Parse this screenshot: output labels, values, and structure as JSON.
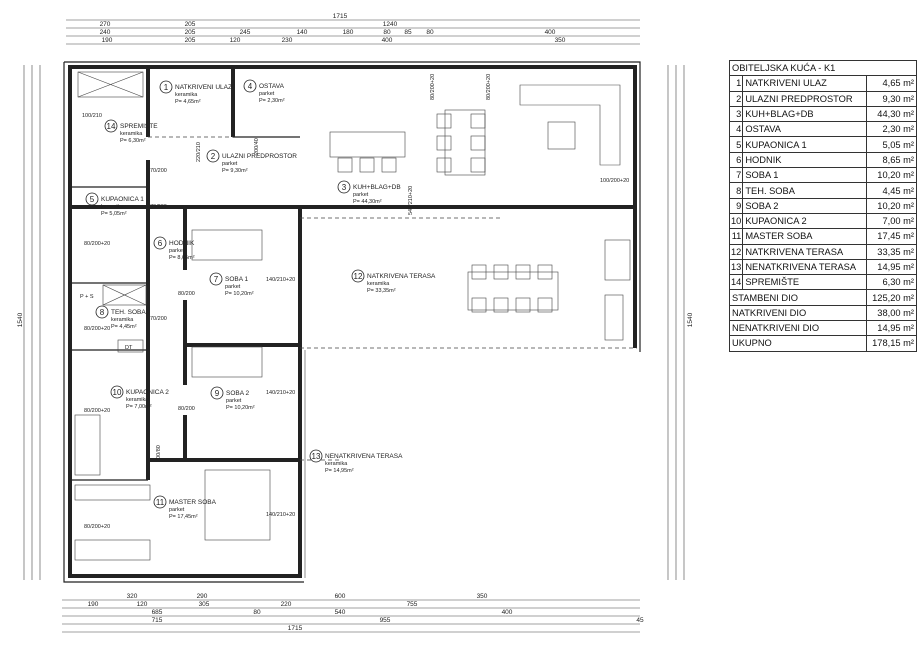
{
  "rooms": [
    {
      "no": "1",
      "name": "NATKRIVENI ULAZ",
      "floor": "keramika",
      "area": "P= 4,65m²"
    },
    {
      "no": "2",
      "name": "ULAZNI PREDPROSTOR",
      "floor": "parket",
      "area": "P= 9,30m²"
    },
    {
      "no": "3",
      "name": "KUH+BLAG+DB",
      "floor": "parket",
      "area": "P= 44,30m²"
    },
    {
      "no": "4",
      "name": "OSTAVA",
      "floor": "parket",
      "area": "P= 2,30m²"
    },
    {
      "no": "5",
      "name": "KUPAONICA 1",
      "floor": "keramika",
      "area": "P= 5,05m²"
    },
    {
      "no": "6",
      "name": "HODNIK",
      "floor": "parket",
      "area": "P= 8,65m²"
    },
    {
      "no": "7",
      "name": "SOBA 1",
      "floor": "parket",
      "area": "P= 10,20m²"
    },
    {
      "no": "8",
      "name": "TEH. SOBA",
      "floor": "keramika",
      "area": "P= 4,45m²"
    },
    {
      "no": "9",
      "name": "SOBA 2",
      "floor": "parket",
      "area": "P= 10,20m²"
    },
    {
      "no": "10",
      "name": "KUPAONICA 2",
      "floor": "keramika",
      "area": "P= 7,00m²"
    },
    {
      "no": "11",
      "name": "MASTER SOBA",
      "floor": "parket",
      "area": "P= 17,45m²"
    },
    {
      "no": "12",
      "name": "NATKRIVENA TERASA",
      "floor": "keramika",
      "area": "P= 33,35m²"
    },
    {
      "no": "13",
      "name": "NENATKRIVENA TERASA",
      "floor": "keramika",
      "area": "P= 14,95m²"
    },
    {
      "no": "14",
      "name": "SPREMIŠTE",
      "floor": "keramika",
      "area": "P= 6,30m²"
    }
  ],
  "fixtures": {
    "ps": "P + S",
    "dt": "DT"
  },
  "dims": {
    "top1": [
      "1715"
    ],
    "top2": [
      "270",
      "205",
      "1240"
    ],
    "top3": [
      "240",
      "205",
      "245",
      "140",
      "180",
      "80",
      "85",
      "80",
      "400"
    ],
    "top4": [
      "190",
      "205",
      "120",
      "230",
      "400",
      "350"
    ],
    "bot1": [
      "320",
      "290",
      "600",
      "350"
    ],
    "bot2": [
      "190",
      "120",
      "305",
      "220",
      "755"
    ],
    "bot3": [
      "685",
      "80",
      "540",
      "400"
    ],
    "bot4": [
      "715",
      "955",
      "45"
    ],
    "bot5": [
      "1715"
    ],
    "left": "1540",
    "right": "1540",
    "doors": [
      "70/200",
      "70/200",
      "80/200+20",
      "80/200+20",
      "70/200",
      "80/200+20",
      "80/200",
      "140/210+20",
      "80/200",
      "140/210+20",
      "80/200+20",
      "140/210+20",
      "100/210",
      "100/200+20",
      "540/210+20",
      "80/200+20",
      "80/200+20",
      "220/210",
      "200/40",
      "200/80"
    ]
  },
  "table": {
    "title": "OBITELJSKA KUĆA - K1",
    "rows": [
      {
        "no": "1",
        "name": "NATKRIVENI ULAZ",
        "area": "4,65 m²"
      },
      {
        "no": "2",
        "name": "ULAZNI PREDPROSTOR",
        "area": "9,30 m²"
      },
      {
        "no": "3",
        "name": "KUH+BLAG+DB",
        "area": "44,30 m²"
      },
      {
        "no": "4",
        "name": "OSTAVA",
        "area": "2,30 m²"
      },
      {
        "no": "5",
        "name": "KUPAONICA 1",
        "area": "5,05 m²"
      },
      {
        "no": "6",
        "name": "HODNIK",
        "area": "8,65 m²"
      },
      {
        "no": "7",
        "name": "SOBA 1",
        "area": "10,20 m²"
      },
      {
        "no": "8",
        "name": "TEH. SOBA",
        "area": "4,45 m²"
      },
      {
        "no": "9",
        "name": "SOBA 2",
        "area": "10,20 m²"
      },
      {
        "no": "10",
        "name": "KUPAONICA 2",
        "area": "7,00 m²"
      },
      {
        "no": "11",
        "name": "MASTER SOBA",
        "area": "17,45 m²"
      },
      {
        "no": "12",
        "name": "NATKRIVENA TERASA",
        "area": "33,35 m²"
      },
      {
        "no": "13",
        "name": "NENATKRIVENA TERASA",
        "area": "14,95 m²"
      },
      {
        "no": "14",
        "name": "SPREMIŠTE",
        "area": "6,30 m²"
      }
    ],
    "totals": [
      {
        "name": "STAMBENI DIO",
        "area": "125,20 m²"
      },
      {
        "name": "NATKRIVENI DIO",
        "area": "38,00 m²"
      },
      {
        "name": "NENATKRIVENI DIO",
        "area": "14,95 m²"
      },
      {
        "name": "UKUPNO",
        "area": "178,15 m²"
      }
    ]
  }
}
